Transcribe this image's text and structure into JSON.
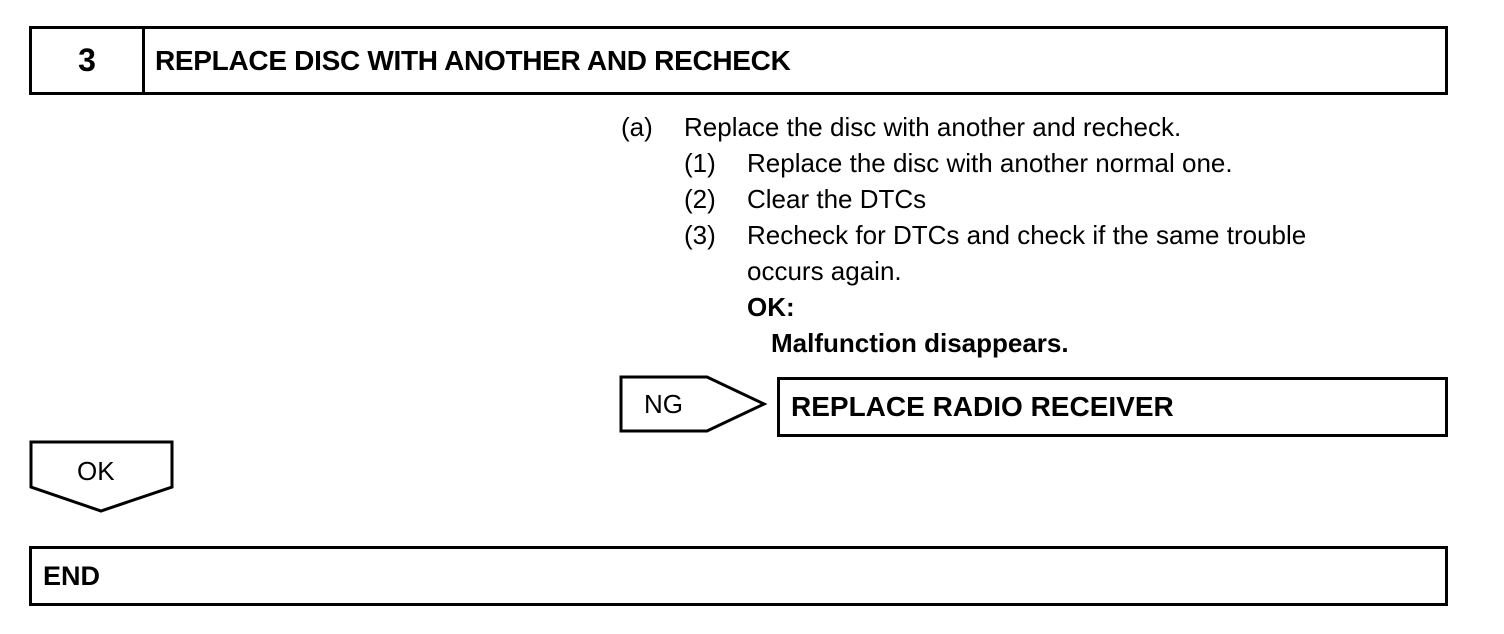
{
  "step": {
    "number": "3",
    "title": "REPLACE DISC WITH ANOTHER AND RECHECK"
  },
  "procedure": {
    "item_a_marker": "(a)",
    "item_a_text": "Replace the disc with another and recheck.",
    "sub_steps": [
      {
        "marker": "(1)",
        "text": "Replace the disc with another normal one."
      },
      {
        "marker": "(2)",
        "text": "Clear the DTCs"
      },
      {
        "marker": "(3)",
        "text": "Recheck for DTCs and check if the same trouble",
        "continuation": "occurs again."
      }
    ],
    "ok_label": "OK:",
    "ok_result": "Malfunction disappears."
  },
  "ng_branch": {
    "label": "NG",
    "action": "REPLACE RADIO RECEIVER"
  },
  "ok_branch": {
    "label": "OK"
  },
  "end_box": {
    "label": "END"
  }
}
